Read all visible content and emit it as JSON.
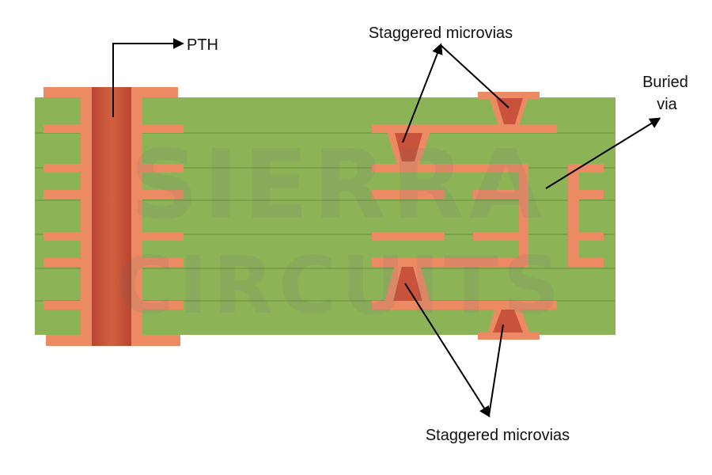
{
  "labels": {
    "pth": "PTH",
    "staggered_top": "Staggered microvias",
    "staggered_bottom": "Staggered microvias",
    "buried_line1": "Buried",
    "buried_line2": "via"
  },
  "watermark": {
    "line1": "SIERRA",
    "line2": "CIRCUITS"
  },
  "colors": {
    "board": "#8cb457",
    "layer_line": "#6a8d3e",
    "copper": "#ec8a64",
    "via_fill": "#c9523c",
    "via_dark": "#b84530",
    "arrow": "#000000",
    "text": "#111111",
    "watermark": "#6e6e6e"
  }
}
